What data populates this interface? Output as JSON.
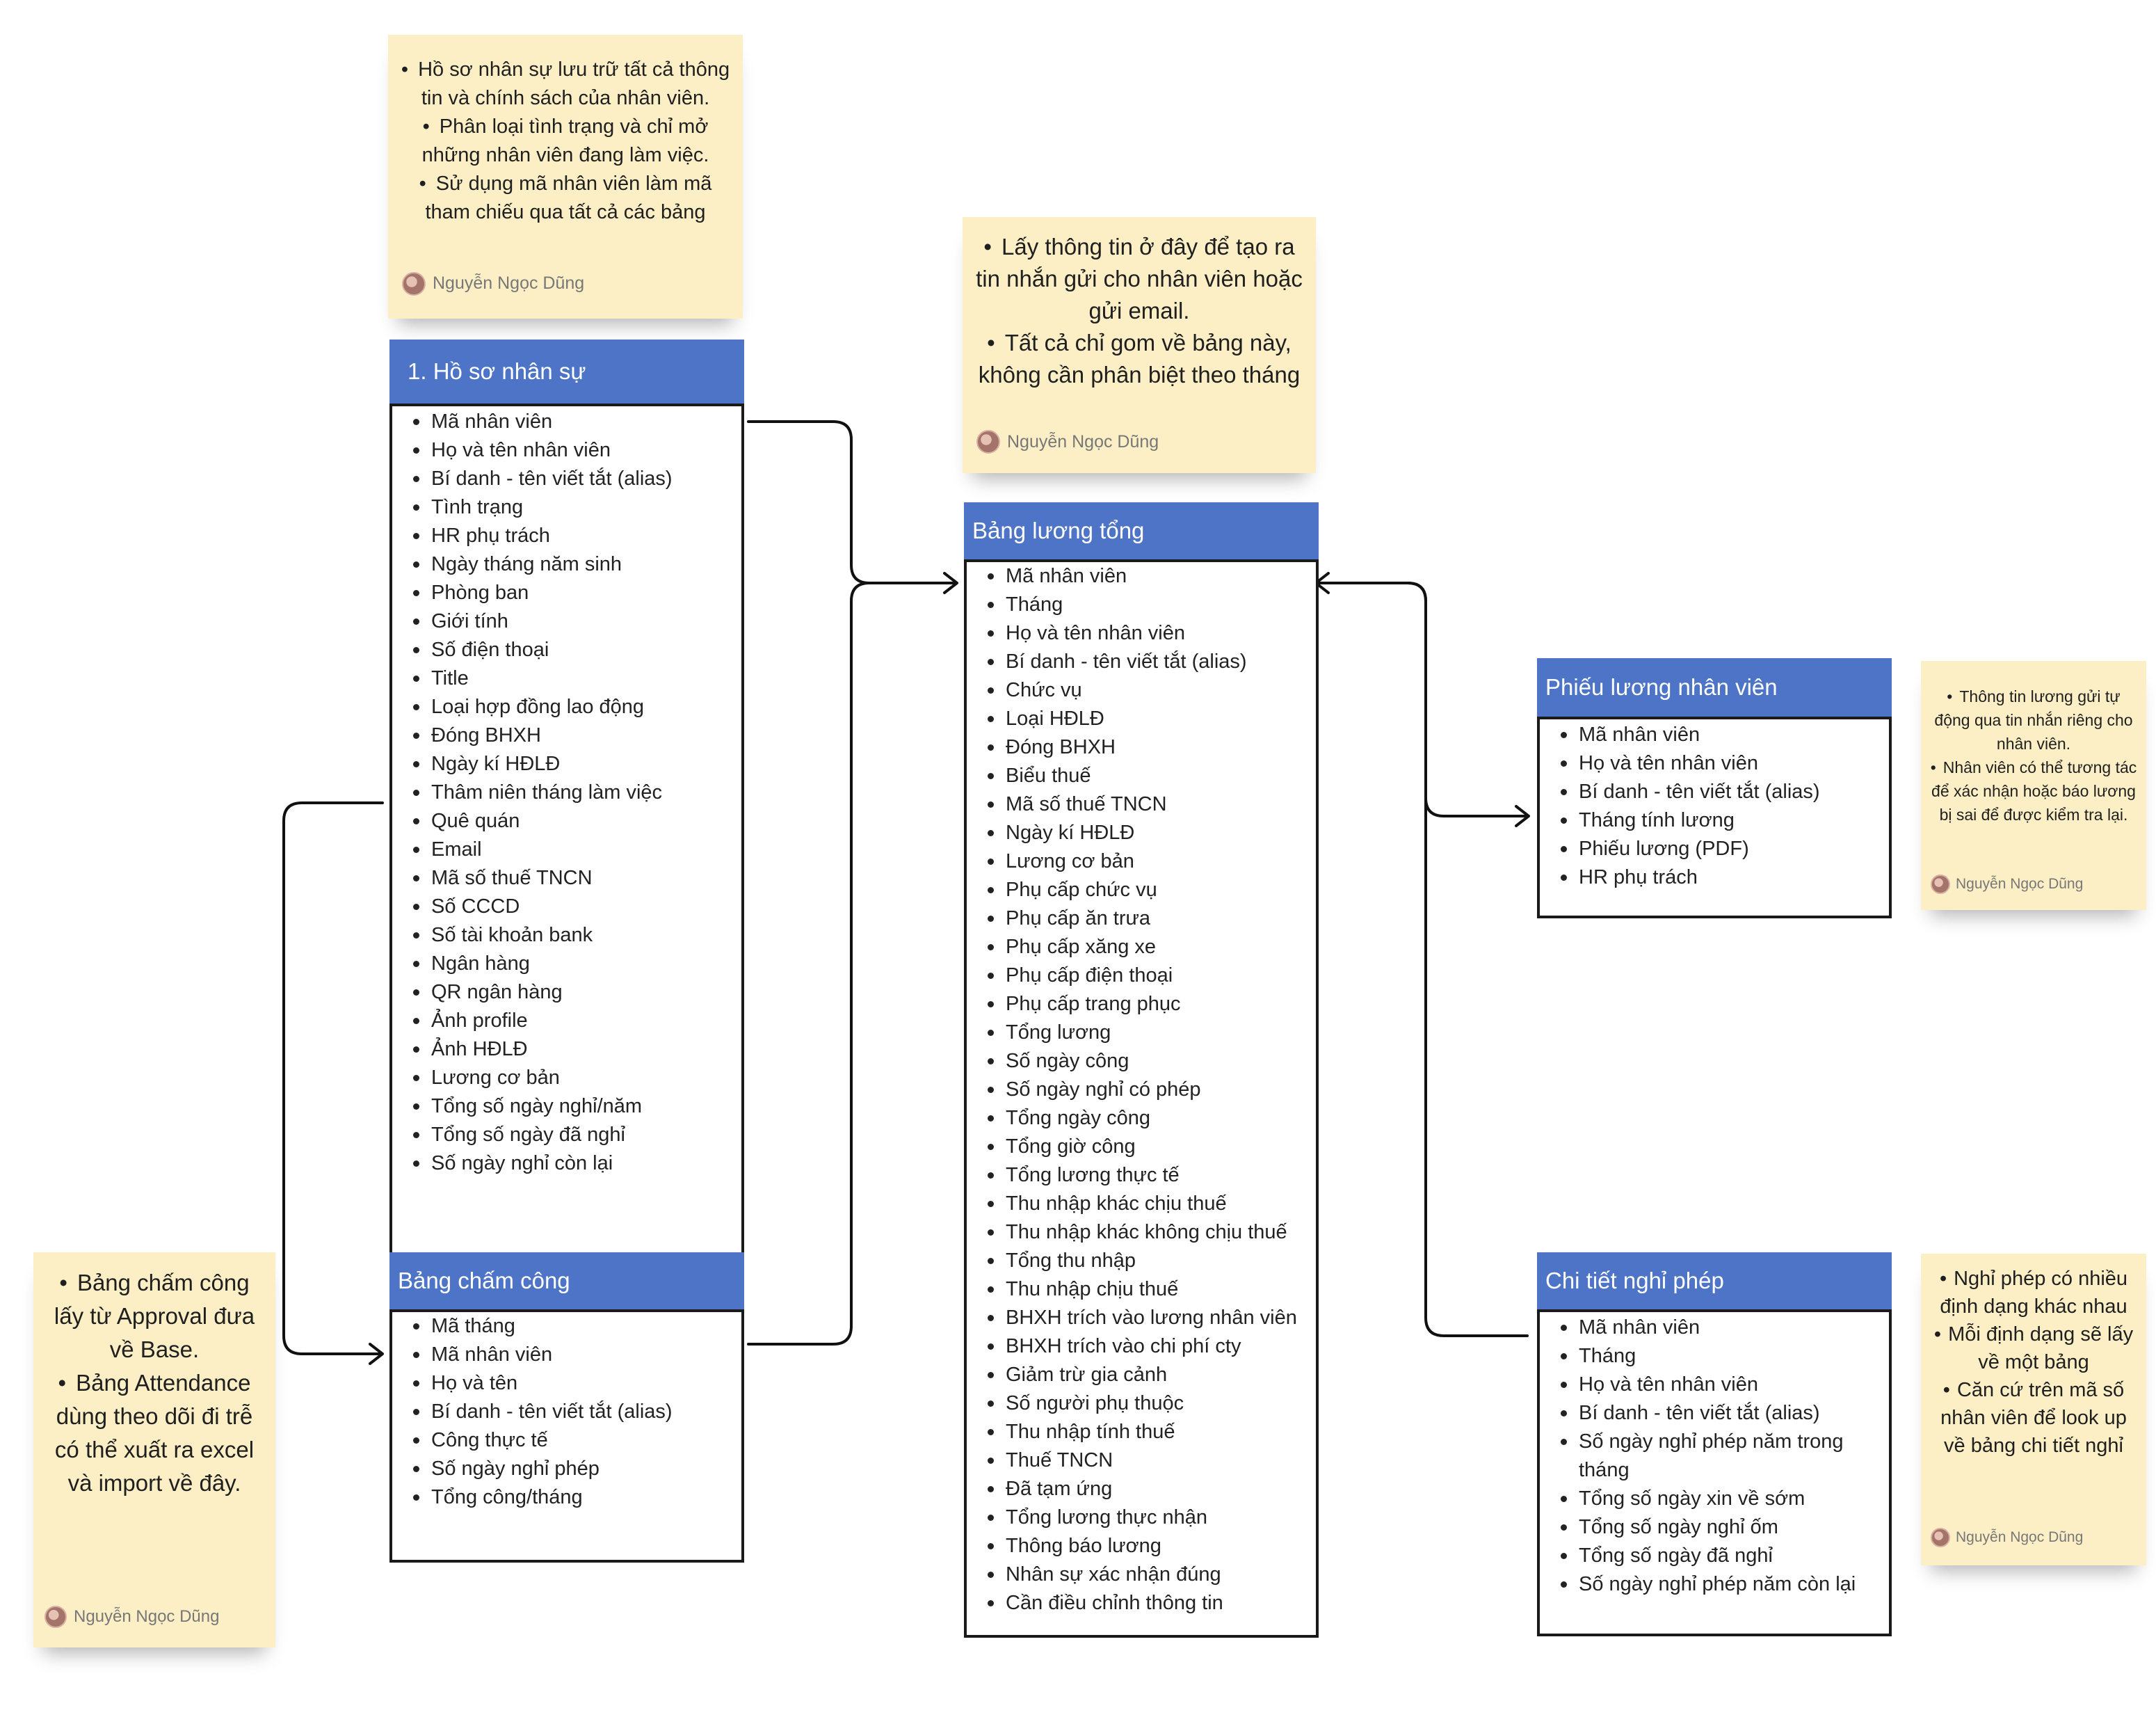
{
  "notes": {
    "hoso": {
      "items": [
        "Hồ sơ nhân sự lưu trữ tất cả thông tin và chính sách của nhân viên.",
        "Phân loại tình trạng và chỉ mở những nhân viên đang làm việc.",
        "Sử dụng mã nhân viên làm mã tham chiếu qua tất cả các bảng"
      ],
      "author": "Nguyễn Ngọc Dũng"
    },
    "bangluong": {
      "items": [
        "Lấy thông tin ở đây để tạo ra tin nhắn gửi cho nhân viên hoặc gửi email.",
        "Tất cả chỉ gom về bảng này, không cần phân biệt theo tháng"
      ],
      "author": "Nguyễn Ngọc Dũng"
    },
    "phieuluong": {
      "items": [
        "Thông tin lương gửi tự động qua tin nhắn riêng cho nhân viên.",
        "Nhân viên có thể tương tác để xác nhận hoặc báo lương bị sai để được kiểm tra lại."
      ],
      "author": "Nguyễn Ngọc Dũng"
    },
    "chamcong": {
      "items": [
        "Bảng chấm công lấy từ Approval đưa về Base.",
        "Bảng Attendance dùng theo dõi đi trễ có thể xuất ra excel và import về đây."
      ],
      "author": "Nguyễn Ngọc Dũng"
    },
    "nghiphep": {
      "items": [
        "Nghỉ phép có nhiều định dạng khác nhau",
        "Mỗi định dạng sẽ lấy về một bảng",
        "Căn cứ trên mã số nhân viên để look up về bảng chi tiết nghỉ"
      ],
      "author": "Nguyễn Ngọc Dũng"
    }
  },
  "tables": {
    "hoso": {
      "title": "1. Hồ sơ nhân sự",
      "fields": [
        "Mã nhân viên",
        "Họ và tên nhân viên",
        "Bí danh - tên viết tắt (alias)",
        "Tình trạng",
        "HR phụ trách",
        "Ngày tháng năm sinh",
        "Phòng ban",
        "Giới tính",
        "Số điện thoại",
        "Title",
        "Loại hợp đồng lao động",
        "Đóng BHXH",
        "Ngày kí HĐLĐ",
        "Thâm niên tháng làm việc",
        "Quê quán",
        "Email",
        "Mã số thuế TNCN",
        "Số CCCD",
        "Số tài khoản bank",
        "Ngân hàng",
        "QR ngân hàng",
        "Ảnh profile",
        "Ảnh HĐLĐ",
        "Lương cơ bản",
        "Tổng số ngày nghỉ/năm",
        "Tổng số ngày đã nghỉ",
        "Số ngày nghỉ còn lại"
      ]
    },
    "chamcong": {
      "title": "Bảng chấm công",
      "fields": [
        "Mã tháng",
        "Mã nhân viên",
        "Họ và tên",
        "Bí danh - tên viết tắt (alias)",
        "Công thực tế",
        "Số ngày nghỉ phép",
        "Tổng công/tháng"
      ]
    },
    "bangluong": {
      "title": "Bảng lương tổng",
      "fields": [
        "Mã nhân viên",
        "Tháng",
        "Họ và tên nhân viên",
        "Bí danh - tên viết tắt (alias)",
        "Chức vụ",
        "Loại HĐLĐ",
        "Đóng BHXH",
        "Biểu thuế",
        "Mã số thuế TNCN",
        "Ngày kí HĐLĐ",
        "Lương cơ bản",
        "Phụ cấp chức vụ",
        "Phụ cấp ăn trưa",
        "Phụ cấp xăng xe",
        "Phụ cấp điện thoại",
        "Phụ cấp trang phục",
        "Tổng lương",
        " Số ngày công",
        " Số ngày nghỉ có phép",
        "Tổng ngày công",
        "Tổng giờ công",
        "Tổng lương thực tế",
        "Thu nhập khác chịu thuế",
        "Thu nhập khác không chịu thuế",
        "Tổng thu nhập",
        "Thu nhập chịu thuế",
        "BHXH trích vào lương nhân viên",
        "BHXH trích vào chi phí cty",
        "Giảm trừ gia cảnh",
        "Số người phụ thuộc",
        "Thu nhập tính thuế",
        "Thuế TNCN",
        "Đã tạm ứng",
        "Tổng lương thực nhận",
        "Thông báo lương",
        "Nhân sự xác nhận đúng",
        "Cần điều chỉnh thông tin"
      ]
    },
    "phieuluong": {
      "title": "Phiếu lương nhân viên",
      "fields": [
        "Mã nhân viên",
        "Họ và tên nhân viên",
        "Bí danh - tên viết tắt (alias)",
        "Tháng tính lương",
        "Phiếu lương (PDF)",
        "HR phụ trách"
      ]
    },
    "nghiphep": {
      "title": "Chi tiết nghỉ phép",
      "fields": [
        "Mã nhân viên",
        "Tháng",
        "Họ và tên nhân viên",
        "Bí danh - tên viết tắt (alias)",
        "Số ngày nghỉ phép năm trong tháng",
        "Tổng số ngày xin về sớm",
        "Tổng số ngày nghỉ ốm",
        "Tổng số ngày đã nghỉ",
        "Số ngày nghỉ phép năm còn lại"
      ]
    }
  }
}
